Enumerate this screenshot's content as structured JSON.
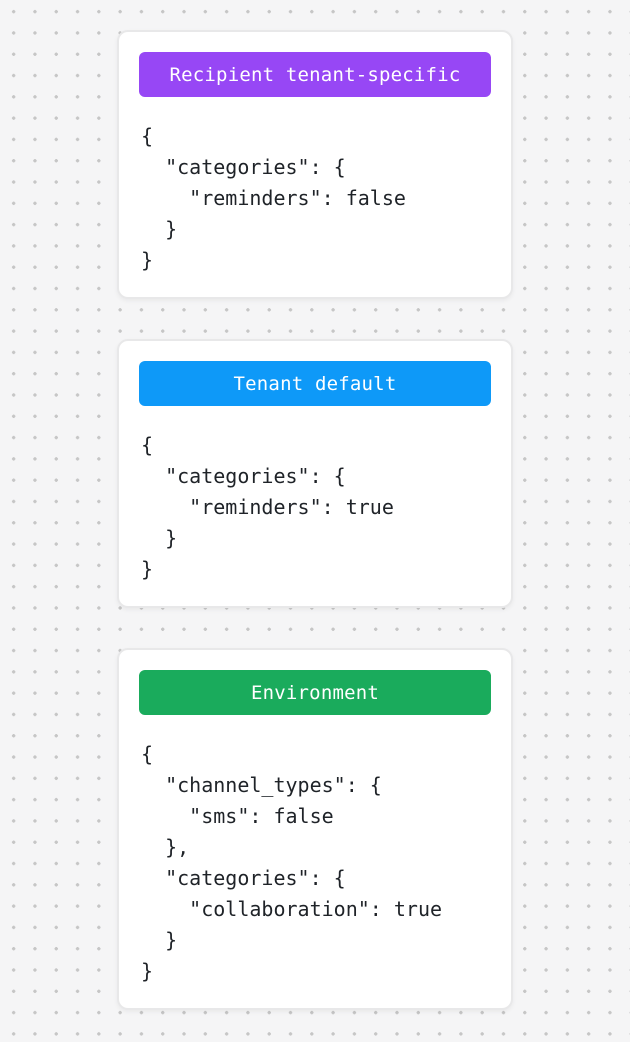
{
  "colors": {
    "background": "#f5f5f6",
    "dot": "#c6c6c6",
    "card_background": "#ffffff",
    "card_border": "#e8e8e9",
    "code_text": "#1f2328",
    "badge_text": "#ffffff",
    "badge_purple": "#9747f5",
    "badge_blue": "#0e99f8",
    "badge_green": "#1aab5c"
  },
  "cards": [
    {
      "badge": {
        "label": "Recipient tenant-specific",
        "color": "#9747f5"
      },
      "code": "{\n  \"categories\": {\n    \"reminders\": false\n  }\n}"
    },
    {
      "badge": {
        "label": "Tenant default",
        "color": "#0e99f8"
      },
      "code": "{\n  \"categories\": {\n    \"reminders\": true\n  }\n}"
    },
    {
      "badge": {
        "label": "Environment",
        "color": "#1aab5c"
      },
      "code": "{\n  \"channel_types\": {\n    \"sms\": false\n  },\n  \"categories\": {\n    \"collaboration\": true\n  }\n}"
    }
  ]
}
